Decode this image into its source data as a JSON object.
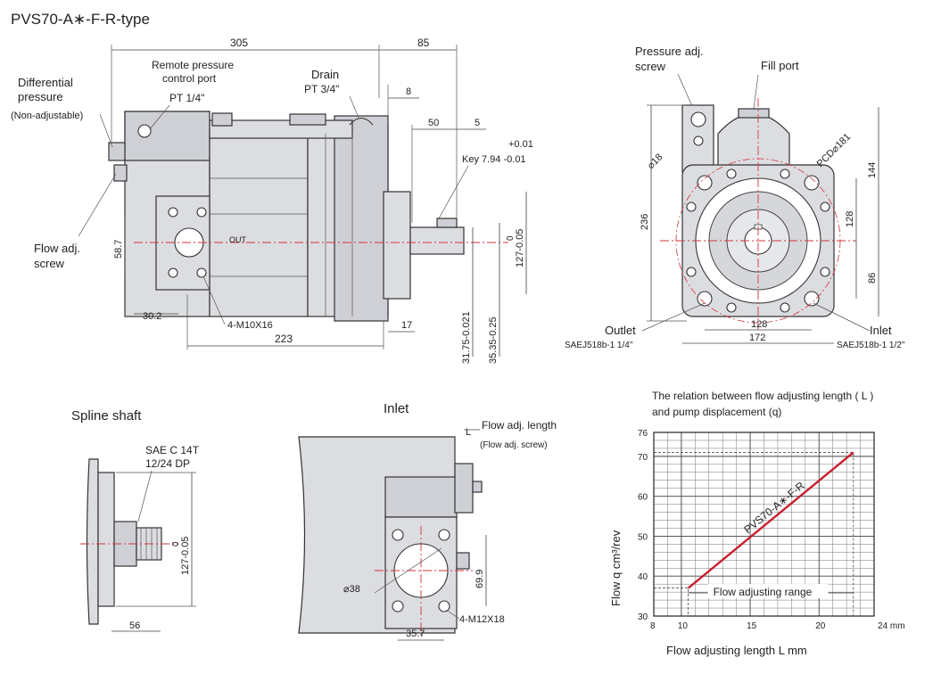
{
  "title": "PVS70-A∗-F-R-type",
  "side_view": {
    "dim_305": "305",
    "dim_85": "85",
    "dim_8": "8",
    "dim_50": "50",
    "dim_5": "5",
    "dim_tol_plus": "+0.01",
    "key_label": "Key 7.94 -0.01",
    "remote_label_1": "Remote pressure",
    "remote_label_2": "control port",
    "remote_port": "PT 1/4\"",
    "drain_label": "Drain",
    "drain_port": "PT 3/4\"",
    "diff_label_1": "Differential",
    "diff_label_2": "pressure",
    "diff_label_3": "(Non-adjustable)",
    "flow_label_1": "Flow adj.",
    "flow_label_2": "screw",
    "out_label": "OUT",
    "dim_58_7": "58.7",
    "dim_30_2": "30.2",
    "bolt_label": "4-M10X16",
    "dim_223": "223",
    "dim_17": "17",
    "dim_shaft_1": "31.75-0.021",
    "dim_shaft_2": "35.35-0.25",
    "dim_127": "127-0.05",
    "dim_zero": "0"
  },
  "front_view": {
    "press_adj_1": "Pressure adj.",
    "press_adj_2": "screw",
    "fill_port": "Fill port",
    "dia_18": "⌀18",
    "pcd": "PCD⌀181",
    "dim_236": "236",
    "dim_144": "144",
    "dim_128_v": "128",
    "dim_86": "86",
    "dim_128_h": "128",
    "dim_172": "172",
    "outlet": "Outlet",
    "outlet_spec": "SAEJ518b-1 1/4\"",
    "inlet": "Inlet",
    "inlet_spec": "SAEJ518b-1 1/2\""
  },
  "spline": {
    "title": "Spline shaft",
    "spec_1": "SAE C 14T",
    "spec_2": "12/24 DP",
    "dim_127": "127-0.05",
    "dim_zero": "0",
    "dim_56": "56"
  },
  "inlet_view": {
    "title": "Inlet",
    "flow_len": "Flow adj. length",
    "flow_screw": "(Flow adj. screw)",
    "l_label": "L",
    "dia_38": "⌀38",
    "dim_69_9": "69.9",
    "bolt": "4-M12X18",
    "dim_35_7": "35.7"
  },
  "chart_data": {
    "type": "line",
    "title": "The relation between flow adjusting length ( L )",
    "subtitle": "and pump displacement (q)",
    "xlabel": "Flow adjusting length L mm",
    "ylabel": "Flow q cm³/rev",
    "xlim": [
      8,
      24
    ],
    "ylim": [
      30,
      76
    ],
    "x_ticks": [
      "8",
      "10",
      "15",
      "20",
      "24 mm"
    ],
    "y_ticks": [
      "30",
      "40",
      "50",
      "60",
      "70",
      "76"
    ],
    "series": [
      {
        "name": "PVS70-A∗-F-R",
        "x": [
          10.5,
          22.5
        ],
        "y": [
          37,
          71
        ]
      }
    ],
    "annotation": "Flow adjusting range",
    "range": [
      10.5,
      22.5
    ],
    "line_color": "#c8202f"
  }
}
